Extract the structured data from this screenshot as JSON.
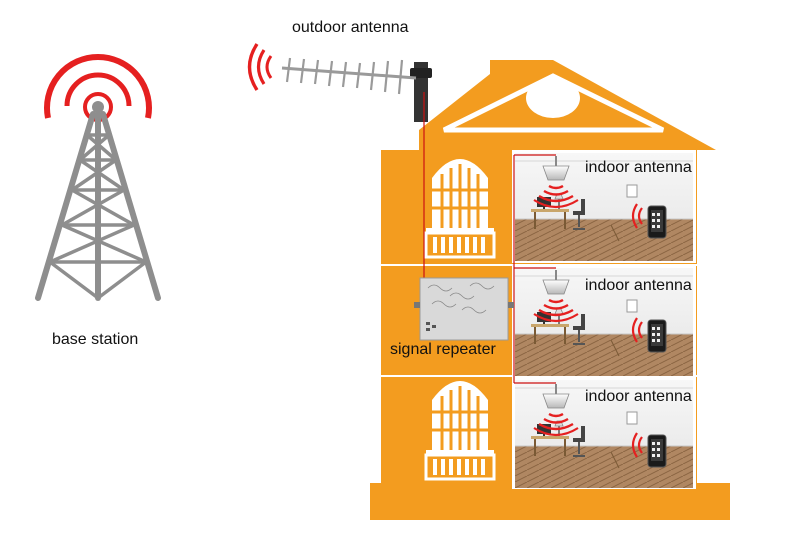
{
  "labels": {
    "outdoor_antenna": "outdoor antenna",
    "base_station": "base station",
    "signal_repeater": "signal repeater",
    "indoor_antenna_top": "indoor antenna",
    "indoor_antenna_middle": "indoor antenna",
    "indoor_antenna_bottom": "indoor antenna"
  },
  "colors": {
    "house": "#f39c1f",
    "signal": "#e52020",
    "tower": "#8e8e8e",
    "cable": "#cc1111",
    "room_wall": "#ececec",
    "room_floor": "#a07a55"
  },
  "icons": {
    "tower": "cell-tower-icon",
    "outdoor_antenna": "yagi-antenna-icon",
    "repeater": "signal-repeater-icon",
    "indoor_antenna": "ceiling-antenna-icon",
    "phone": "smartphone-icon"
  }
}
